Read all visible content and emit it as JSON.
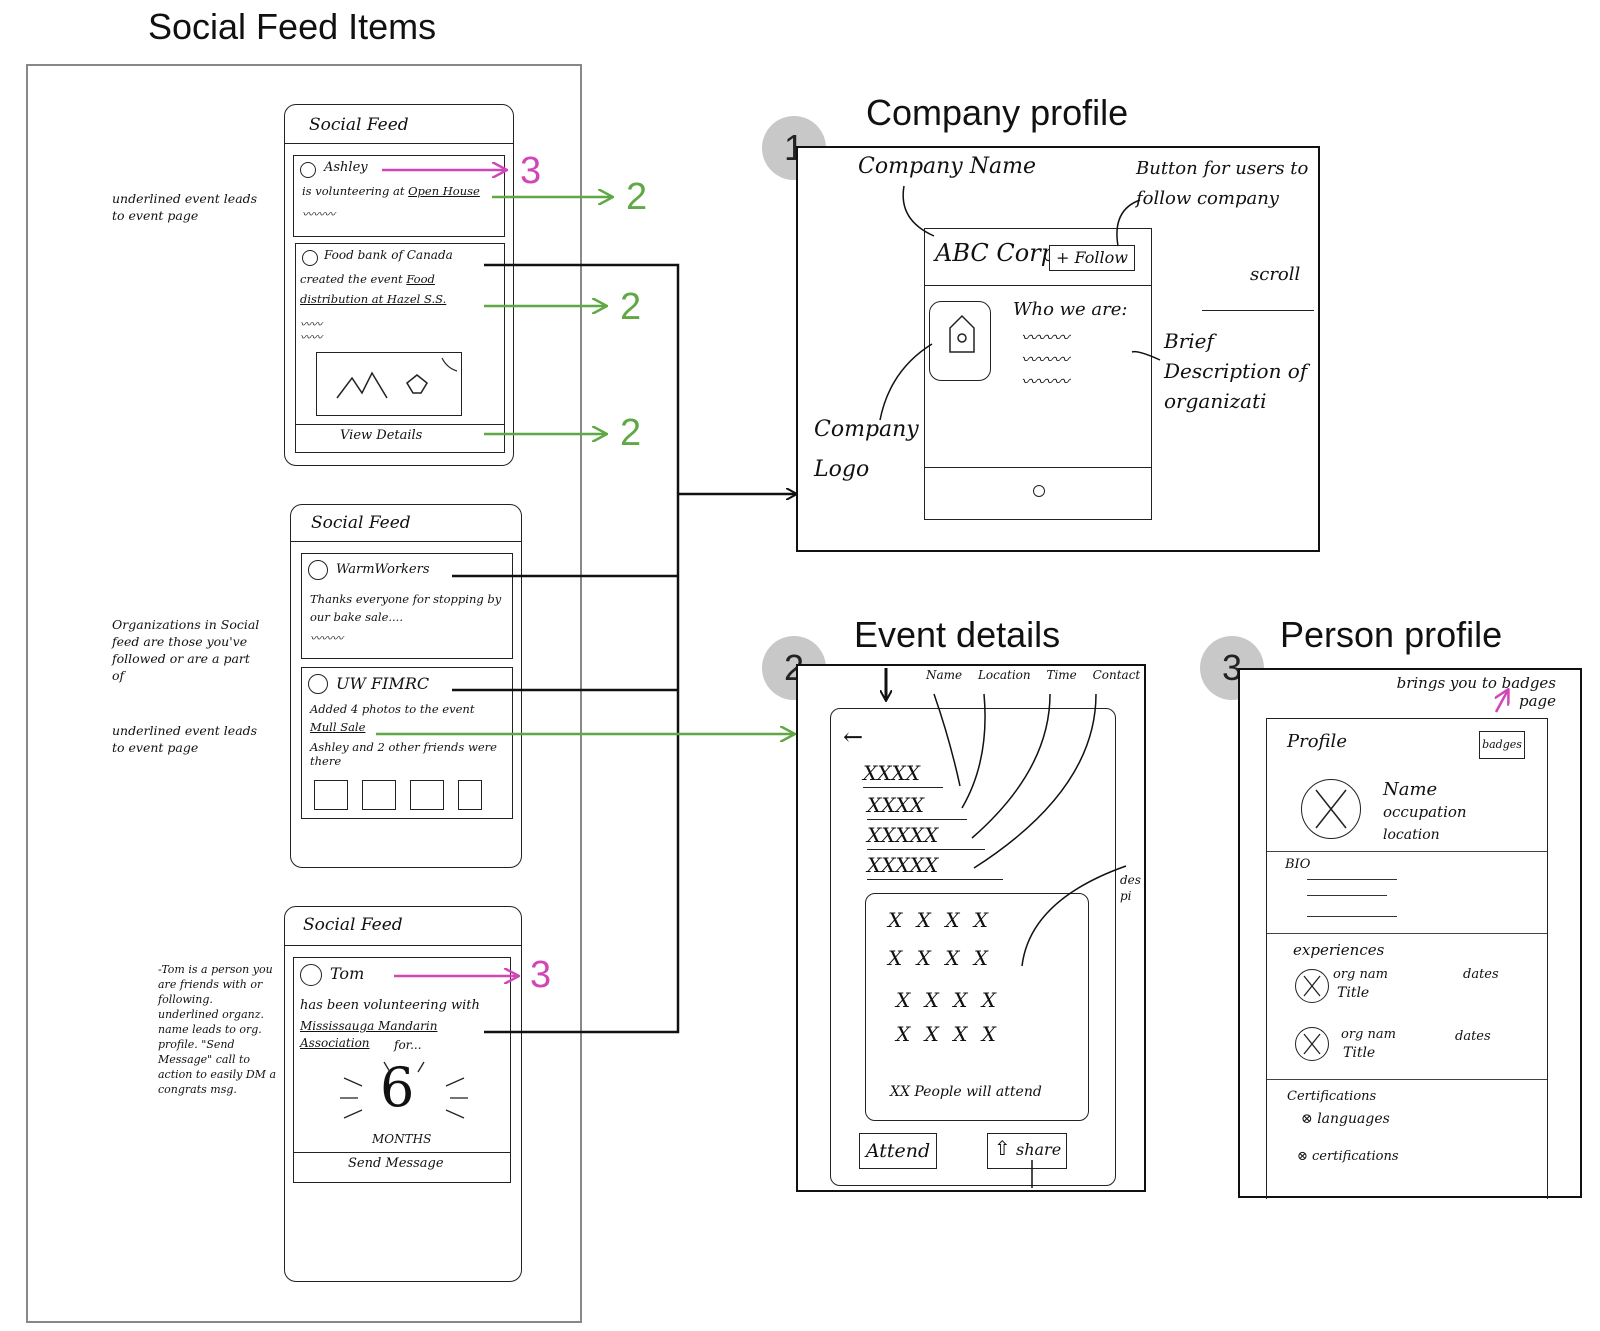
{
  "left_panel": {
    "title": "Social Feed Items",
    "feed1": {
      "header": "Social Feed",
      "post1_name": "Ashley",
      "post1_text": "is volunteering at",
      "post1_link": "Open House",
      "post2_name": "Food bank of Canada",
      "post2_line1": "created the event",
      "post2_link1": "Food",
      "post2_link2": "distribution at Hazel S.S.",
      "view_details": "View Details"
    },
    "feed2": {
      "header": "Social Feed",
      "post1_name": "WarmWorkers",
      "post1_text": "Thanks everyone for stopping by our bake sale....",
      "post2_name": "UW FIMRC",
      "post2_text": "Added 4 photos to the event",
      "post2_link": "Mull Sale",
      "post2_friends": "Ashley and 2 other friends were there"
    },
    "feed3": {
      "header": "Social Feed",
      "post_name": "Tom",
      "post_text1": "has been volunteering with",
      "post_link": "Mississauga Mandarin Association",
      "post_text2": "for...",
      "big_number": "6",
      "months": "MONTHS",
      "send_message": "Send Message"
    },
    "notes": {
      "note1": "underlined event leads to event page",
      "note2": "Organizations in Social feed are those you've followed or are a part of",
      "note3": "underlined event leads to event page",
      "note4": "-Tom is a person you are friends with or following. underlined organz. name leads to org. profile. \"Send Message\" call to action to easily DM a congrats msg."
    }
  },
  "arrow_labels": {
    "green_2": "2",
    "pink_3": "3"
  },
  "company_profile": {
    "badge": "1",
    "title": "Company profile",
    "company_name_note": "Company Name",
    "button_note": "Button for users to follow company",
    "scroll": "scroll",
    "company": "ABC Corp.",
    "follow_button": "+ Follow",
    "who_we_are": "Who we are:",
    "brief_note": "Brief Description of organizati",
    "logo_note": "Company Logo"
  },
  "event_details": {
    "badge": "2",
    "title": "Event details",
    "top_labels": "Name Location Time Contact",
    "back": "←",
    "line1": "XXXX",
    "line2": "XXXX",
    "line3": "XXXXX",
    "line4": "XXXXX",
    "desc_row1": "X X X X",
    "desc_row2": "X X X X",
    "desc_row3": "X X X X",
    "desc_row4": "X X X X",
    "attend_note": "XX People will attend",
    "attend_button": "Attend",
    "share_button": "share",
    "side_note": "des pi"
  },
  "person_profile": {
    "badge": "3",
    "title": "Person profile",
    "badges_note": "brings you to badges page",
    "profile_label": "Profile",
    "badges_button": "badges",
    "name": "Name",
    "occupation": "occupation",
    "location": "location",
    "bio": "BIO",
    "experiences": "experiences",
    "exp1_org": "org nam",
    "exp1_title": "Title",
    "exp1_dates": "dates",
    "exp2_org": "org nam",
    "exp2_title": "Title",
    "exp2_dates": "dates",
    "certifications_header": "Certifications",
    "languages": "languages",
    "certifications": "certifications"
  },
  "colors": {
    "green": "#5fa845",
    "pink": "#d046b6",
    "badge_gray": "#c8c8c8"
  }
}
